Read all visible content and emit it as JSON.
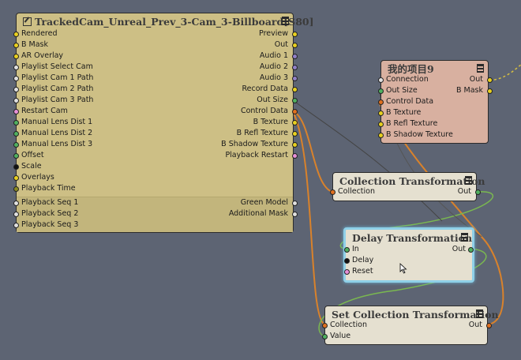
{
  "main_node": {
    "title": "TrackedCam_Unreal_Prev_3-Cam_3-Billboard[S80]",
    "inputs": [
      {
        "label": "Rendered",
        "color": "#e8d020"
      },
      {
        "label": "B Mask",
        "color": "#e8d020"
      },
      {
        "label": "AR Overlay",
        "color": "#e8d020"
      },
      {
        "label": "Playlist Select Cam",
        "color": "#e0e0e0"
      },
      {
        "label": "Playlist Cam 1 Path",
        "color": "#e0e0e0"
      },
      {
        "label": "Playlist Cam 2 Path",
        "color": "#e0e0e0"
      },
      {
        "label": "Playlist Cam 3 Path",
        "color": "#e0e0e0"
      },
      {
        "label": "Restart Cam",
        "color": "#e890d8"
      },
      {
        "label": "Manual Lens Dist 1",
        "color": "#50b060"
      },
      {
        "label": "Manual Lens Dist 2",
        "color": "#50b060"
      },
      {
        "label": "Manual Lens Dist 3",
        "color": "#50b060"
      },
      {
        "label": "Offset",
        "color": "#50b060"
      },
      {
        "label": "Scale",
        "color": "#111111"
      },
      {
        "label": "Overlays",
        "color": "#e8d020"
      },
      {
        "label": "Playback Time",
        "color": "#8a8a20"
      }
    ],
    "outputs": [
      {
        "label": "Preview",
        "color": "#e8d020"
      },
      {
        "label": "Out",
        "color": "#e8d020"
      },
      {
        "label": "Audio 1",
        "color": "#9080c8"
      },
      {
        "label": "Audio 2",
        "color": "#9080c8"
      },
      {
        "label": "Audio 3",
        "color": "#9080c8"
      },
      {
        "label": "Record Data",
        "color": "#e8d020"
      },
      {
        "label": "Out Size",
        "color": "#50b060"
      },
      {
        "label": "Control Data",
        "color": "#e07020"
      },
      {
        "label": "B Texture",
        "color": "#e8d020"
      },
      {
        "label": "B Refl Texture",
        "color": "#e8d020"
      },
      {
        "label": "B Shadow Texture",
        "color": "#e8d020"
      },
      {
        "label": "Playback Restart",
        "color": "#e890d8"
      }
    ],
    "bottom_inputs": [
      {
        "label": "Playback Seq 1",
        "color": "#e0e0e0"
      },
      {
        "label": "Playback Seq 2",
        "color": "#e0e0e0"
      },
      {
        "label": "Playback Seq 3",
        "color": "#e0e0e0"
      }
    ],
    "bottom_outputs": [
      {
        "label": "Green Model",
        "color": "#e0e0e0"
      },
      {
        "label": "Additional Mask",
        "color": "#e0e0e0"
      }
    ]
  },
  "project_node": {
    "title": "我的项目9",
    "inputs": [
      {
        "label": "Connection",
        "color": "#e0e0e0"
      },
      {
        "label": "Out Size",
        "color": "#50b060"
      },
      {
        "label": "Control Data",
        "color": "#e07020"
      },
      {
        "label": "B Texture",
        "color": "#e8d020"
      },
      {
        "label": "B Refl Texture",
        "color": "#e8d020"
      },
      {
        "label": "B Shadow Texture",
        "color": "#e8d020"
      }
    ],
    "outputs": [
      {
        "label": "Out",
        "color": "#e8d020"
      },
      {
        "label": "B Mask",
        "color": "#e8d020"
      }
    ]
  },
  "collection_node": {
    "title": "Collection Transformation",
    "inputs": [
      {
        "label": "Collection",
        "color": "#e07020"
      }
    ],
    "outputs": [
      {
        "label": "Out",
        "color": "#50b060"
      }
    ]
  },
  "delay_node": {
    "title": "Delay Transformation",
    "inputs": [
      {
        "label": "In",
        "color": "#50b060"
      },
      {
        "label": "Delay",
        "color": "#111111"
      },
      {
        "label": "Reset",
        "color": "#e890d8"
      }
    ],
    "outputs": [
      {
        "label": "Out",
        "color": "#50b060"
      }
    ]
  },
  "set_node": {
    "title": "Set Collection Transformation",
    "inputs": [
      {
        "label": "Collection",
        "color": "#e07020"
      },
      {
        "label": "Value",
        "color": "#50b060"
      }
    ],
    "outputs": [
      {
        "label": "Out",
        "color": "#e07020"
      }
    ]
  }
}
